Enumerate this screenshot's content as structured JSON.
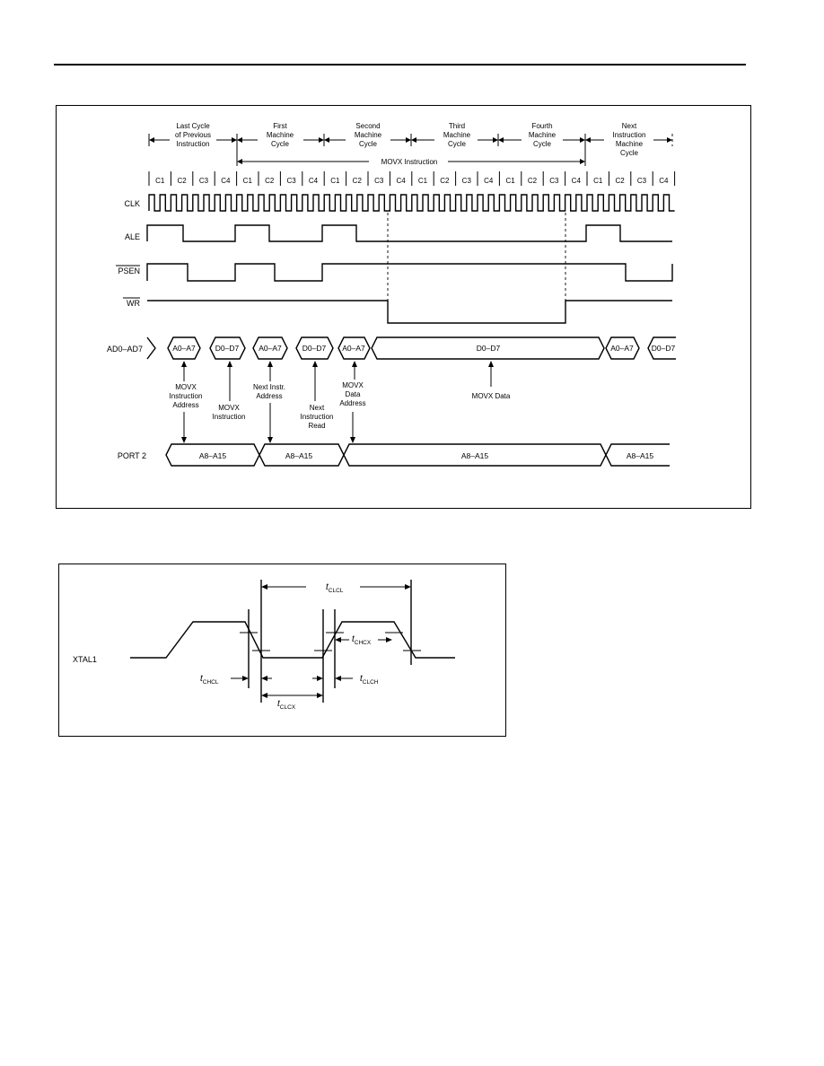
{
  "figure1": {
    "header_lines": [
      [
        "Last Cycle",
        "of Previous",
        "Instruction"
      ],
      [
        "First",
        "Machine",
        "Cycle"
      ],
      [
        "Second",
        "Machine",
        "Cycle"
      ],
      [
        "Third",
        "Machine",
        "Cycle"
      ],
      [
        "Fourth",
        "Machine",
        "Cycle"
      ],
      [
        "Next",
        "Instruction",
        "Machine",
        "Cycle"
      ]
    ],
    "movx_instruction_label": "MOVX Instruction",
    "state_labels": [
      "C1",
      "C2",
      "C3",
      "C4",
      "C1",
      "C2",
      "C3",
      "C4",
      "C1",
      "C2",
      "C3",
      "C4",
      "C1",
      "C2",
      "C3",
      "C4",
      "C1",
      "C2",
      "C3",
      "C4",
      "C1",
      "C2",
      "C3",
      "C4"
    ],
    "signals": {
      "clk": "CLK",
      "ale": "ALE",
      "psen": "PSEN",
      "wr": "WR",
      "ad": "AD0–AD7",
      "port2": "PORT 2"
    },
    "ad_bus_labels": [
      "A0–A7",
      "D0–D7",
      "A0–A7",
      "D0–D7",
      "A0–A7",
      "D0–D7",
      "A0–A7",
      "D0–D7"
    ],
    "port2_bus_labels": [
      "A8–A15",
      "A8–A15",
      "A8–A15",
      "A8–A15"
    ],
    "annotations": [
      [
        "MOVX",
        "Instruction",
        "Address"
      ],
      [
        "MOVX",
        "Instruction"
      ],
      [
        "Next Instr.",
        "Address"
      ],
      [
        "Next",
        "Instruction",
        "Read"
      ],
      [
        "MOVX",
        "Data",
        "Address"
      ],
      [
        "MOVX Data"
      ]
    ]
  },
  "figure2": {
    "signal": "XTAL1",
    "timing": {
      "clcl": {
        "t": "t",
        "sub": "CLCL"
      },
      "chcx": {
        "t": "t",
        "sub": "CHCX"
      },
      "chcl": {
        "t": "t",
        "sub": "CHCL"
      },
      "clch": {
        "t": "t",
        "sub": "CLCH"
      },
      "clcx": {
        "t": "t",
        "sub": "CLCX"
      }
    }
  }
}
